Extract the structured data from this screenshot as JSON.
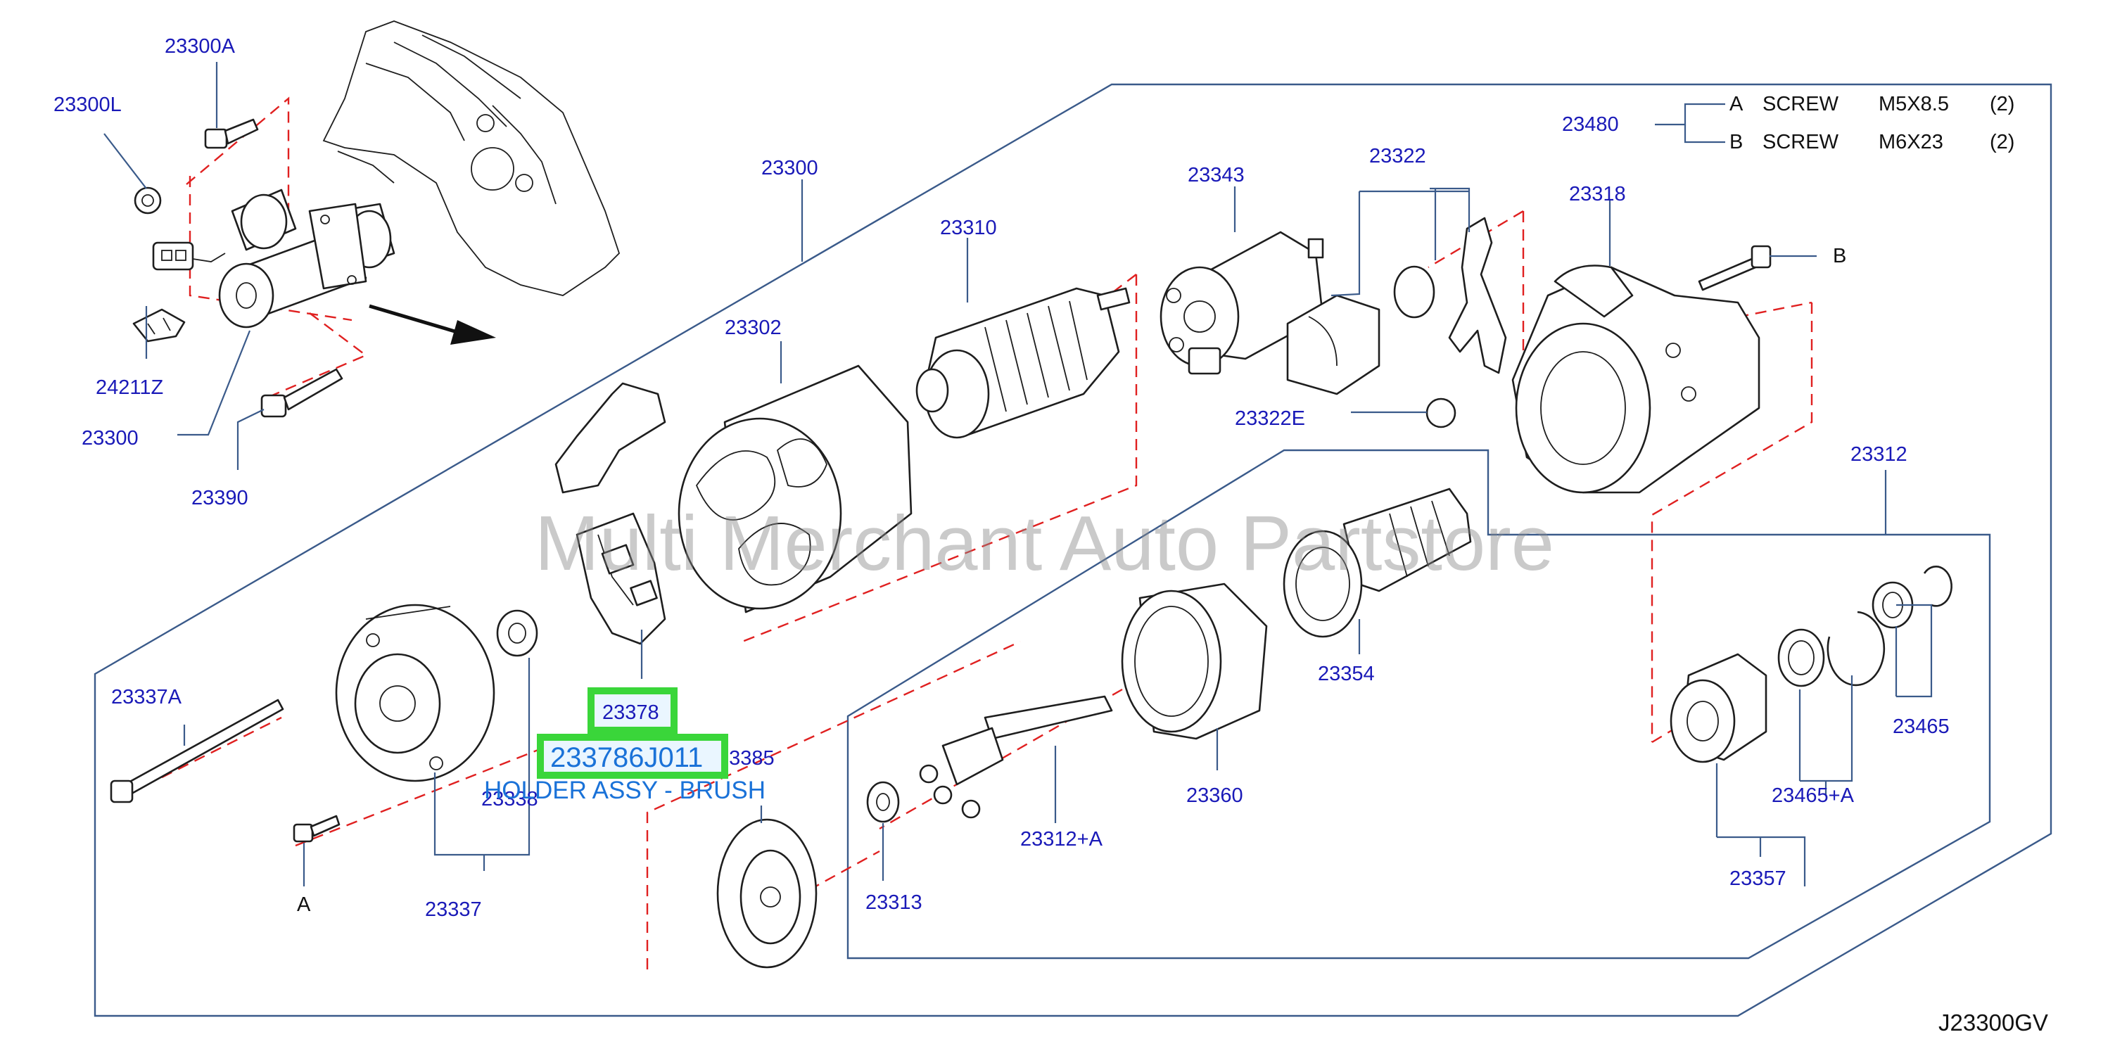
{
  "diagram": {
    "code": "J23300GV",
    "watermark": "Multi Merchant Auto Partstore",
    "labels": {
      "p23300A": "23300A",
      "p23300L": "23300L",
      "p24211Z": "24211Z",
      "p23300_left": "23300",
      "p23390": "23390",
      "p23300_top": "23300",
      "p23302": "23302",
      "p23310": "23310",
      "p23343": "23343",
      "p23322": "23322",
      "p23322E": "23322E",
      "p23318": "23318",
      "p23480": "23480",
      "p23312": "23312",
      "p23337A": "23337A",
      "p23378": "23378",
      "p23385": "23385",
      "p23338": "23338",
      "p23337": "23337",
      "pA": "A",
      "p23354": "23354",
      "p23360": "23360",
      "p23312A": "23312+A",
      "p23313": "23313",
      "p23465": "23465",
      "p23465A": "23465+A",
      "p23357": "23357",
      "pB": "B"
    },
    "screws": [
      {
        "key": "A",
        "name": "SCREW",
        "size": "M5X8.5",
        "qty": "(2)"
      },
      {
        "key": "B",
        "name": "SCREW",
        "size": "M6X23",
        "qty": "(2)"
      }
    ],
    "highlight": {
      "part_number": "233786J011",
      "description": "HOLDER ASSY - BRUSH"
    }
  },
  "colors": {
    "label": "#1a1ab8",
    "callout_line": "#3a5a8a",
    "dashed_line": "#e02020",
    "highlight": "#3ad63a",
    "overlay_text": "#1a72d8"
  }
}
